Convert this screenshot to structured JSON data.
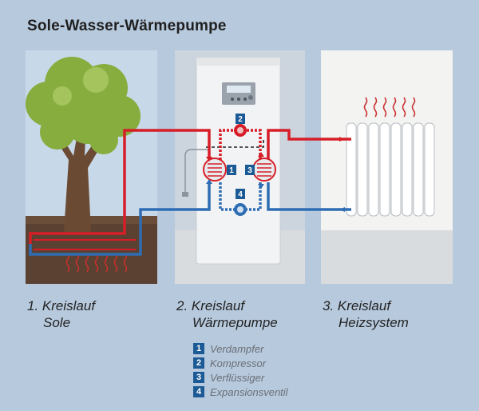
{
  "title": "Sole-Wasser-Wärmepumpe",
  "captions": [
    {
      "line1": "1. Kreislauf",
      "line2": "Sole"
    },
    {
      "line1": "2. Kreislauf",
      "line2": "Wärmepumpe"
    },
    {
      "line1": "3. Kreislauf",
      "line2": "Heizsystem"
    }
  ],
  "markers": [
    "1",
    "2",
    "3",
    "4"
  ],
  "legend": [
    {
      "num": "1",
      "label": "Verdampfer"
    },
    {
      "num": "2",
      "label": "Kompressor"
    },
    {
      "num": "3",
      "label": "Verflüssiger"
    },
    {
      "num": "4",
      "label": "Expansionsventil"
    }
  ],
  "colors": {
    "hot": "#d71e28",
    "cold": "#2e6db3",
    "badge": "#1c5a96",
    "panel_sky": "#c7d8e8",
    "panel_wall": "#d9dcdf",
    "soil": "#5a4131",
    "tree_green": "#8aaf3f"
  }
}
